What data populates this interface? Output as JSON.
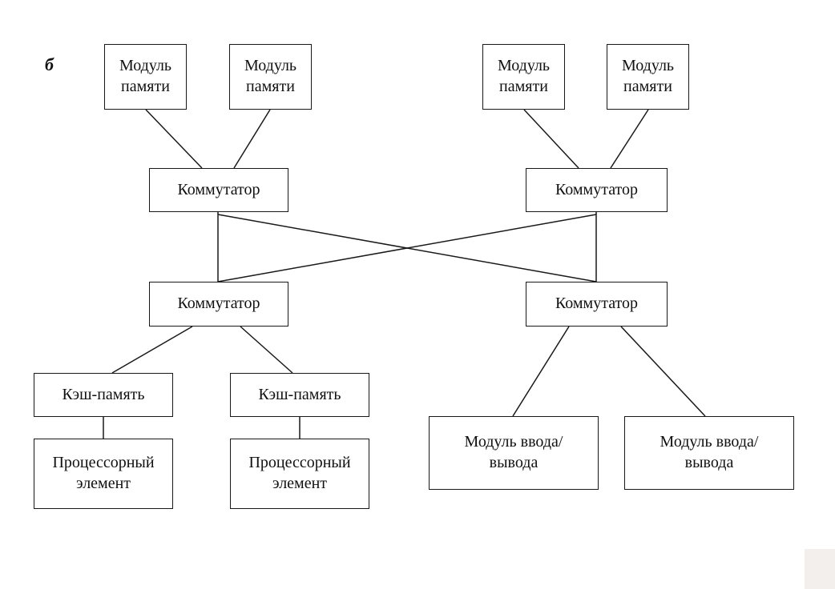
{
  "diagram": {
    "label": "б",
    "line_color": "#191919",
    "nodes": [
      {
        "id": "memory-module-1",
        "label": "Модуль\nпамяти"
      },
      {
        "id": "memory-module-2",
        "label": "Модуль\nпамяти"
      },
      {
        "id": "memory-module-3",
        "label": "Модуль\nпамяти"
      },
      {
        "id": "memory-module-4",
        "label": "Модуль\nпамяти"
      },
      {
        "id": "switch-top-left",
        "label": "Коммутатор"
      },
      {
        "id": "switch-top-right",
        "label": "Коммутатор"
      },
      {
        "id": "switch-bottom-left",
        "label": "Коммутатор"
      },
      {
        "id": "switch-bottom-right",
        "label": "Коммутатор"
      },
      {
        "id": "cache-memory-1",
        "label": "Кэш-память"
      },
      {
        "id": "cache-memory-2",
        "label": "Кэш-память"
      },
      {
        "id": "processor-element-1",
        "label": "Процессорный\nэлемент"
      },
      {
        "id": "processor-element-2",
        "label": "Процессорный\nэлемент"
      },
      {
        "id": "io-module-1",
        "label": "Модуль ввода/\nвывода"
      },
      {
        "id": "io-module-2",
        "label": "Модуль ввода/\nвывода"
      }
    ]
  }
}
